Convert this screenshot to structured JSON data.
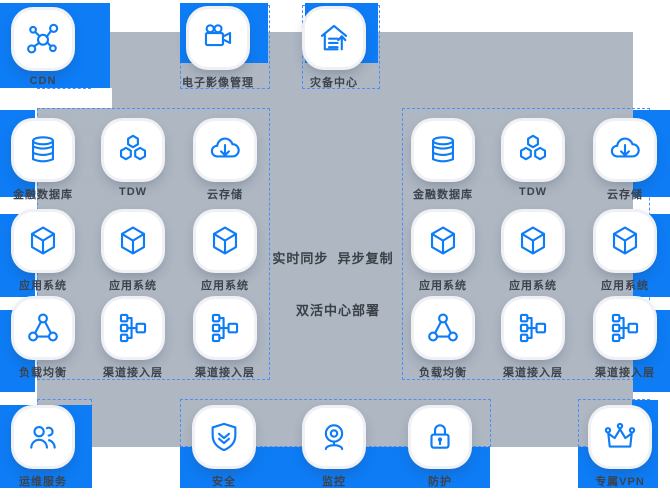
{
  "colors": {
    "accent_blue": "#0d7cf5",
    "panel_gray": "#aeb7c2",
    "dashed_border": "#4a90f8",
    "label_text": "#3d434c"
  },
  "top_row": {
    "items": [
      {
        "label": "CDN",
        "icon": "cdn-network-icon"
      },
      {
        "label": "电子影像管理",
        "icon": "video-camera-icon"
      },
      {
        "label": "灾备中心",
        "icon": "disaster-recovery-home-icon"
      }
    ]
  },
  "left_cluster": {
    "items": [
      {
        "label": "金融数据库",
        "icon": "database-icon"
      },
      {
        "label": "TDW",
        "icon": "tdw-hexagons-icon"
      },
      {
        "label": "云存储",
        "icon": "cloud-download-icon"
      },
      {
        "label": "应用系统",
        "icon": "app-cube-icon"
      },
      {
        "label": "应用系统",
        "icon": "app-cube-icon"
      },
      {
        "label": "应用系统",
        "icon": "app-cube-icon"
      },
      {
        "label": "负载均衡",
        "icon": "load-balancer-icon"
      },
      {
        "label": "渠道接入层",
        "icon": "channel-access-tree-icon"
      },
      {
        "label": "渠道接入层",
        "icon": "channel-access-tree-icon"
      }
    ]
  },
  "right_cluster": {
    "items": [
      {
        "label": "金融数据库",
        "icon": "database-icon"
      },
      {
        "label": "TDW",
        "icon": "tdw-hexagons-icon"
      },
      {
        "label": "云存储",
        "icon": "cloud-download-icon"
      },
      {
        "label": "应用系统",
        "icon": "app-cube-icon"
      },
      {
        "label": "应用系统",
        "icon": "app-cube-icon"
      },
      {
        "label": "应用系统",
        "icon": "app-cube-icon"
      },
      {
        "label": "负载均衡",
        "icon": "load-balancer-icon"
      },
      {
        "label": "渠道接入层",
        "icon": "channel-access-tree-icon"
      },
      {
        "label": "渠道接入层",
        "icon": "channel-access-tree-icon"
      }
    ]
  },
  "center": {
    "sync_label": "实时同步  异步复制",
    "deploy_label": "双活中心部署"
  },
  "bottom_row": {
    "items": [
      {
        "label": "运维服务",
        "icon": "users-icon"
      },
      {
        "label": "安全",
        "icon": "shield-check-icon"
      },
      {
        "label": "监控",
        "icon": "webcam-icon"
      },
      {
        "label": "防护",
        "icon": "lock-icon"
      },
      {
        "label": "专属VPN",
        "icon": "crown-icon"
      }
    ]
  }
}
